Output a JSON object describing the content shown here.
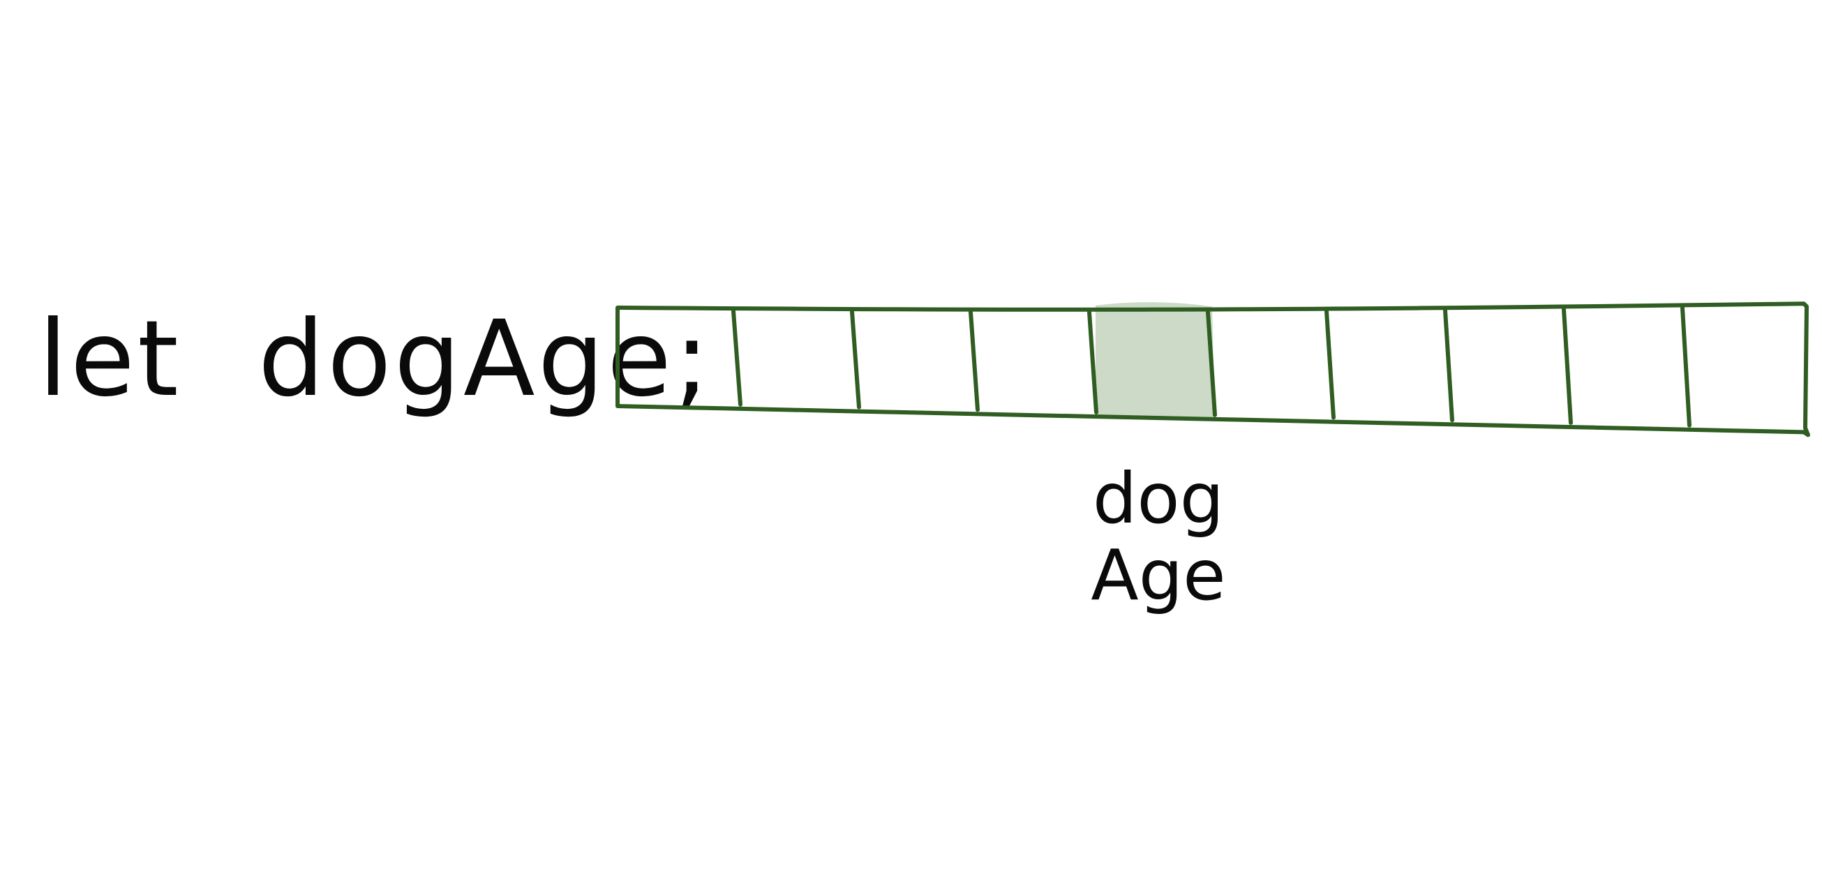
{
  "code": {
    "keyword": "let",
    "identifier": "dogAge;"
  },
  "memory": {
    "cell_count": 10,
    "highlighted_cell_index": 4,
    "stroke_color": "#2f5d22",
    "highlight_color": "#c9d8c4"
  },
  "cell_label": {
    "line1": "dog",
    "line2": "Age"
  }
}
